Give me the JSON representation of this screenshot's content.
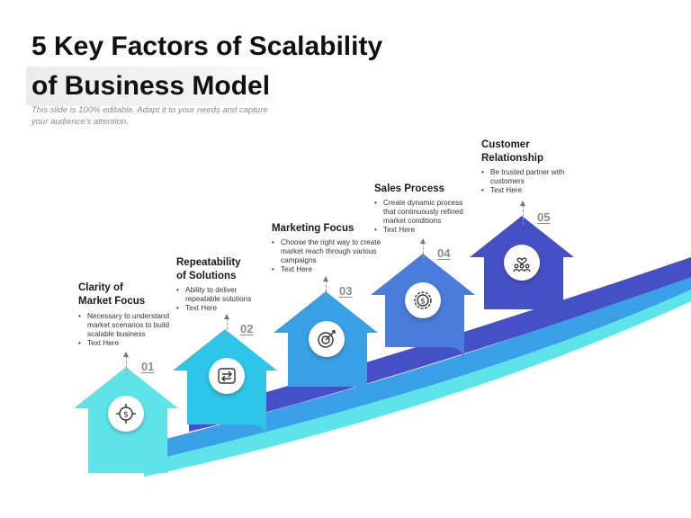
{
  "title": {
    "line1": "5 Key Factors of Scalability",
    "line2": "of Business Model"
  },
  "subtitle": "This slide is 100% editable. Adapt it to your needs and capture your audience's attention.",
  "colors": {
    "step1": "#5ee4e8",
    "step2": "#2ec6e8",
    "step3": "#3aa0e6",
    "step4": "#4a7cdc",
    "step5": "#4550c6"
  },
  "steps": [
    {
      "number": "01",
      "heading_line1": "Clarity of",
      "heading_line2": "Market Focus",
      "bullets": [
        "Necessary to understand market scenarios to build scalable business",
        "Text Here"
      ],
      "icon": "dollar-target-icon"
    },
    {
      "number": "02",
      "heading_line1": "Repeatability",
      "heading_line2": "of Solutions",
      "bullets": [
        "Ability to deliver repeatable solutions",
        "Text Here"
      ],
      "icon": "repeat-arrows-icon"
    },
    {
      "number": "03",
      "heading_line1": "Marketing Focus",
      "heading_line2": "",
      "bullets": [
        "Choose the right way to create market reach through various campaigns",
        "Text Here"
      ],
      "icon": "target-arrow-icon"
    },
    {
      "number": "04",
      "heading_line1": "Sales Process",
      "heading_line2": "",
      "bullets": [
        "Create dynamic process that continuously refined market conditions",
        "Text Here"
      ],
      "icon": "dollar-gear-icon"
    },
    {
      "number": "05",
      "heading_line1": "Customer",
      "heading_line2": "Relationship",
      "bullets": [
        "Be trusted partner with customers",
        "Text Here"
      ],
      "icon": "customer-heart-icon"
    }
  ]
}
